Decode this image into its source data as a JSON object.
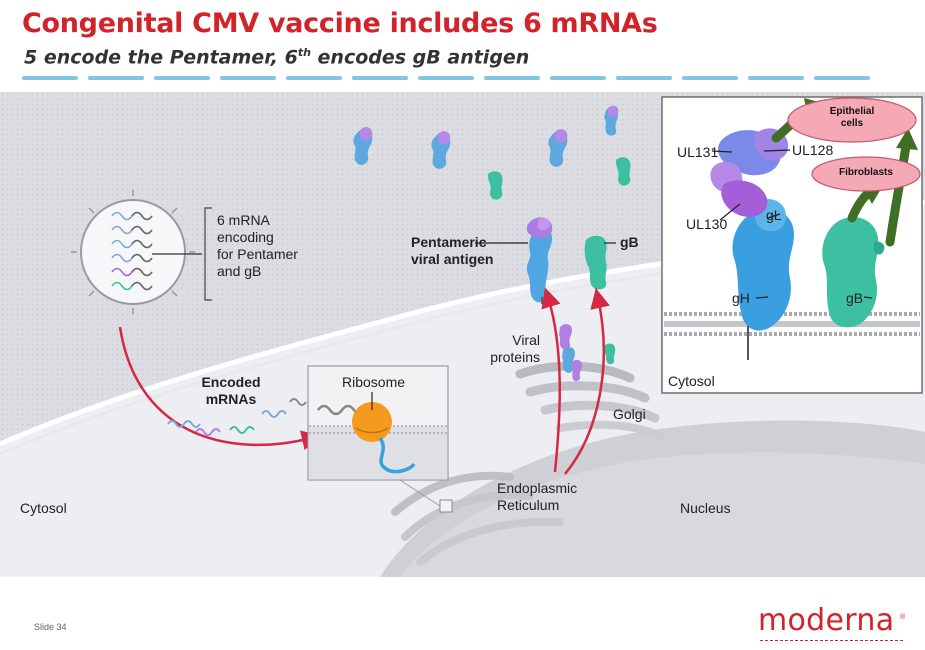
{
  "slide": {
    "title": "Congenital CMV vaccine includes 6 mRNAs",
    "subtitle_main": "5 encode the Pentamer, 6",
    "subtitle_sup": "th",
    "subtitle_tail": " encodes gB antigen",
    "slide_number": "Slide 34",
    "logo_text": "moderna",
    "logo_mark": "®"
  },
  "colors": {
    "title_red": "#d2232a",
    "dash_blue": "#7fc6e3",
    "membrane_gray": "#dcdde3",
    "arrow_red": "#d62845",
    "arrow_green": "#3f6e24",
    "bubble_pink": "#f4a9b5",
    "ribosome_orange": "#f39a1f"
  },
  "figure": {
    "lnp_label": [
      "6 mRNA",
      "encoding",
      "for Pentamer",
      "and gB"
    ],
    "pentameric_label": [
      "Pentameric",
      "viral antigen"
    ],
    "gb_label": "gB",
    "viral_proteins_label": [
      "Viral",
      "proteins"
    ],
    "encoded_label": [
      "Encoded",
      "mRNAs"
    ],
    "ribosome_label": "Ribosome",
    "golgi_label": "Golgi",
    "er_label": [
      "Endoplasmic",
      "Reticulum"
    ],
    "nucleus_label": "Nucleus",
    "cytosol_label": "Cytosol"
  },
  "inset": {
    "ul131": "UL131",
    "ul128": "UL128",
    "ul130": "UL130",
    "gl": "gL",
    "gh": "gH",
    "gb": "gB",
    "epithelial": [
      "Epithelial",
      "cells"
    ],
    "fibroblasts": "Fibroblasts",
    "cytosol": "Cytosol"
  }
}
